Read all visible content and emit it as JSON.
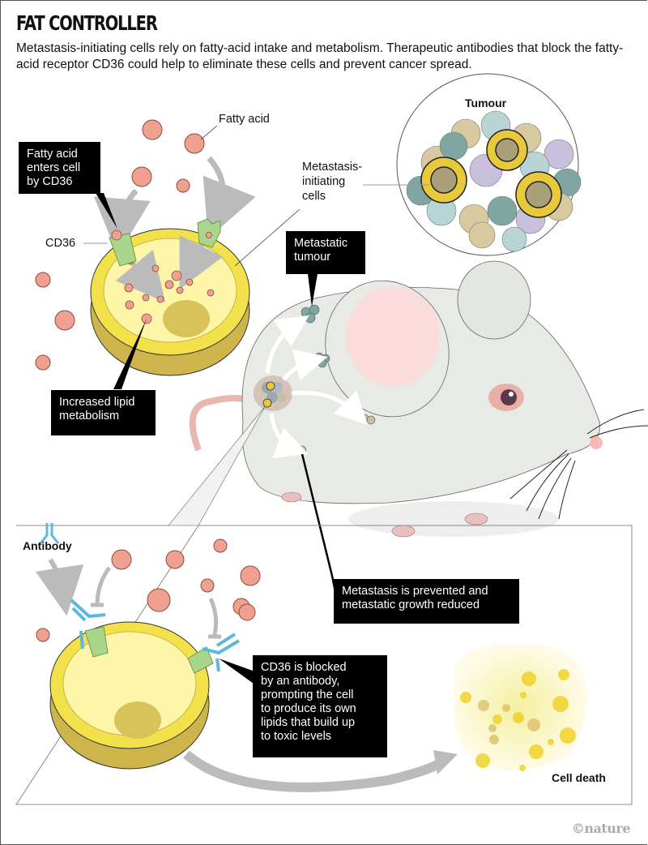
{
  "header": {
    "title": "FAT CONTROLLER",
    "subtitle": "Metastasis-initiating cells rely on fatty-acid intake and metabolism. Therapeutic antibodies that block the fatty-acid receptor CD36 could help to eliminate these cells and prevent cancer spread."
  },
  "labels": {
    "fatty_acid": "Fatty acid",
    "cd36": "CD36",
    "metastasis_initiating_cells": [
      "Metastasis-",
      "initiating",
      "cells"
    ],
    "tumour": "Tumour",
    "antibody": "Antibody",
    "cell_death": "Cell death"
  },
  "callouts": {
    "fatty_acid_enters": [
      "Fatty acid",
      "enters cell",
      "by CD36"
    ],
    "increased_lipid": [
      "Increased lipid",
      "metabolism"
    ],
    "metastatic_tumour": [
      "Metastatic",
      "tumour"
    ],
    "metastasis_prevented": [
      "Metastasis is prevented and",
      "metastatic growth reduced"
    ],
    "cd36_blocked": [
      "CD36 is blocked",
      "by an antibody,",
      "prompting the cell",
      "to produce its own",
      "lipids that build up",
      "to toxic levels"
    ]
  },
  "colors": {
    "fatty_acid": "#f0a090",
    "cell_yellow": "#f2e14a",
    "cell_inner": "#fdf6a8",
    "nucleus": "#d8c35a",
    "receptor_green": "#a9d68a",
    "antibody_blue": "#5bb8e0",
    "mouse_body": "#e8eae6",
    "ear_pink": "#fadcdc",
    "callout_bg": "#000000"
  },
  "credit": "©nature"
}
